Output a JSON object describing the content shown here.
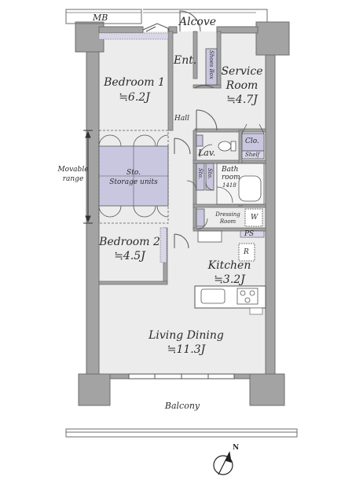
{
  "rooms": {
    "mb": "MB",
    "alcove": "Alcove",
    "ent": "Ent.",
    "shoes_box": "Shoes Box",
    "service_room": {
      "name_line1": "Service",
      "name_line2": "Room",
      "area": "≒4.7J"
    },
    "bedroom1": {
      "name": "Bedroom 1",
      "area": "≒6.2J"
    },
    "hall": "Hall",
    "lav": "Lav.",
    "clo": "Clo.",
    "shelf": "Shelf",
    "sto_storage": {
      "line1": "Sto.",
      "line2": "Storage units"
    },
    "sto_small": "Sto.",
    "sto_small2": "Sto.",
    "bathroom": {
      "line1": "Bath",
      "line2": "room",
      "size": "1418"
    },
    "dressing_room": {
      "line1": "Dressing",
      "line2": "Room"
    },
    "w": "W",
    "ps": "PS",
    "r": "R",
    "kitchen": {
      "name": "Kitchen",
      "area": "≒3.2J"
    },
    "bedroom2": {
      "name": "Bedroom 2",
      "area": "≒4.5J"
    },
    "living_dining": {
      "name": "Living Dining",
      "area": "≒11.3J"
    },
    "balcony": "Balcony",
    "movable_range": {
      "line1": "Movable",
      "line2": "range"
    },
    "north": "N"
  },
  "colors": {
    "wall": "#9a9a9a",
    "wall_edge": "#6e6e6e",
    "floor": "#ececec",
    "storage": "#c9c7e0",
    "line": "#555555"
  }
}
